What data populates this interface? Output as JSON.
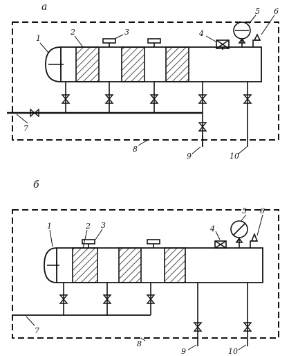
{
  "panels": [
    {
      "id": "a",
      "heading": "а",
      "labels": {
        "n1": "1",
        "n2": "2",
        "n3": "3",
        "n4": "4",
        "n5": "5",
        "n6": "6",
        "n7": "7",
        "n8": "8",
        "n9": "9",
        "n10": "10"
      }
    },
    {
      "id": "b",
      "heading": "б",
      "labels": {
        "n1": "1",
        "n2": "2",
        "n3": "3",
        "n4": "4",
        "n5": "5",
        "n6": "6",
        "n7": "7",
        "n8": "8",
        "n9": "9",
        "n10": "10"
      }
    }
  ],
  "colors": {
    "ink": "#111111",
    "hatch": "#222222",
    "background": "#ffffff"
  }
}
